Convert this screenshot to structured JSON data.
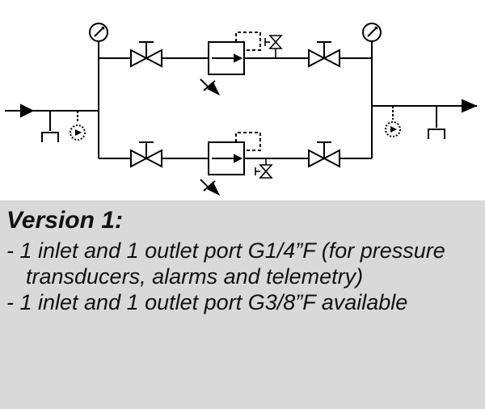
{
  "caption": {
    "title": "Version 1:",
    "items": [
      "- 1 inlet and 1 outlet port G1/4”F (for pressure transducers, alarms and telemetry)",
      "- 1 inlet and 1 outlet port G3/8”F available"
    ]
  }
}
